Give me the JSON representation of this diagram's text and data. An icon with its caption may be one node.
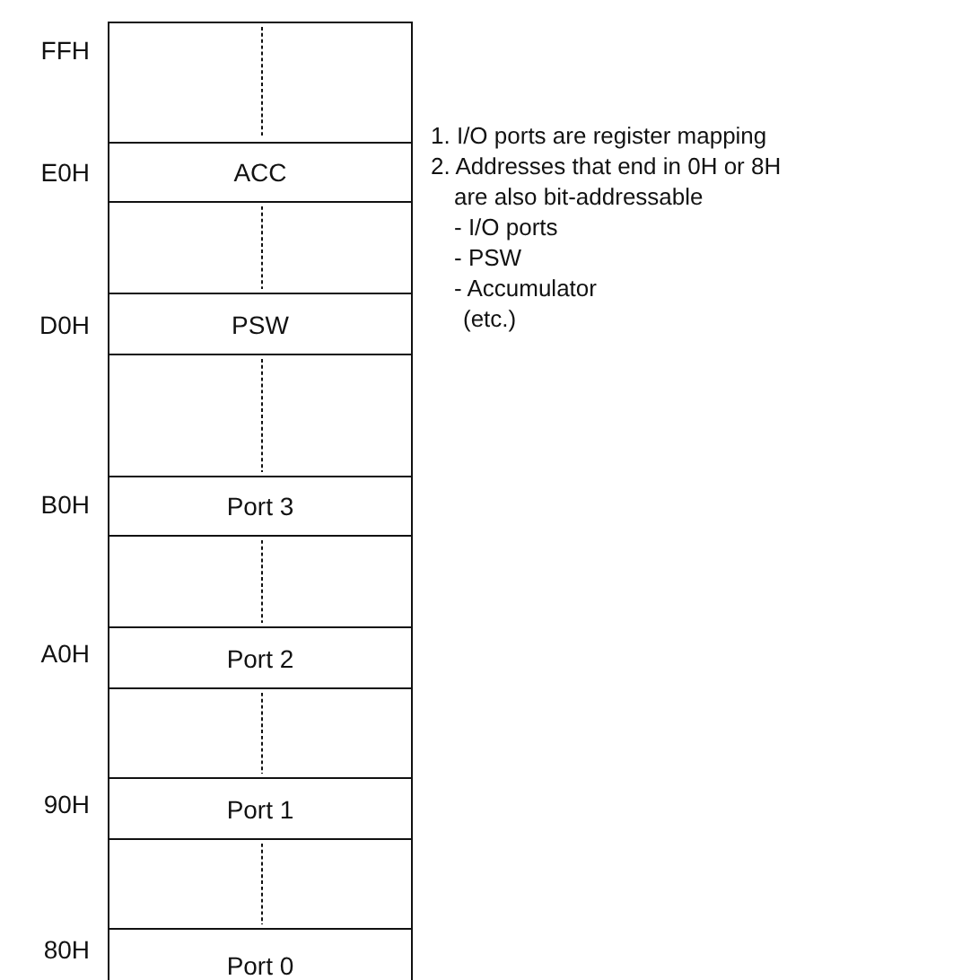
{
  "diagram": {
    "nodes": [
      {
        "text": [],
        "shape": "box",
        "beside": [
          "FFH"
        ]
      },
      {
        "text": [
          "ACC"
        ],
        "beside": [
          "E0H"
        ]
      },
      {
        "text": [],
        "shape": "box"
      },
      {
        "text": [
          "PSW"
        ],
        "beside": [
          "D0H"
        ]
      },
      {
        "text": [],
        "shape": "box"
      },
      {
        "text": [
          "Port 3"
        ],
        "beside": [
          "B0H"
        ]
      },
      {
        "text": [],
        "shape": "box"
      },
      {
        "text": [
          "Port 2"
        ],
        "beside": [
          "A0H"
        ]
      },
      {
        "text": [],
        "shape": "box"
      },
      {
        "text": [
          "Port 1"
        ],
        "beside": [
          "90H"
        ]
      },
      {
        "text": [],
        "shape": "box"
      },
      {
        "text": [
          "Port 0"
        ],
        "beside": [
          "80H"
        ]
      }
    ],
    "labels": [
      "1. I/O ports are register mapping",
      "2. Addresses that end in 0H or 8H are also bit-addressable",
      "- I/O ports",
      "- PSW",
      "- Accumulator",
      "(etc.)"
    ]
  }
}
